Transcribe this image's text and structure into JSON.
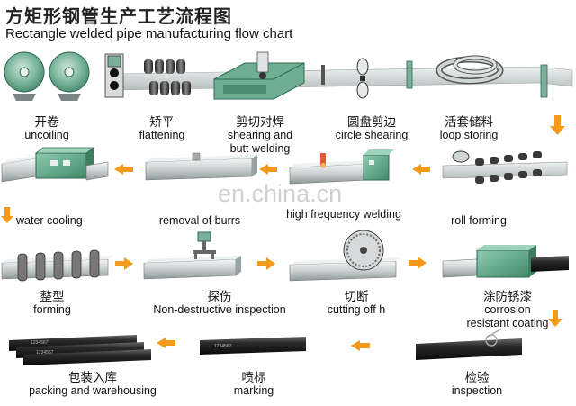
{
  "header": {
    "title_cn": "方矩形钢管生产工艺流程图",
    "title_en": "Rectangle welded pipe manufacturing flow chart"
  },
  "watermark": "en.china.cn",
  "steps": {
    "uncoiling": {
      "cn": "开卷",
      "en": "uncoiling"
    },
    "flattening": {
      "cn": "矫平",
      "en": "flattening"
    },
    "shearing": {
      "cn": "剪切对焊",
      "en1": "shearing and",
      "en2": "butt welding"
    },
    "circle": {
      "cn": "圆盘剪边",
      "en": "circle shearing"
    },
    "loop": {
      "cn": "活套储料",
      "en": "loop storing"
    },
    "water": {
      "en": "water cooling"
    },
    "burrs": {
      "en": "removal of burrs"
    },
    "hf": {
      "en": "high frequency welding"
    },
    "roll": {
      "en": "roll forming"
    },
    "forming": {
      "cn": "整型",
      "en": "forming"
    },
    "ndt": {
      "cn": "探伤",
      "en": "Non-destructive inspection"
    },
    "cut": {
      "cn": "切断",
      "en": "cutting off h"
    },
    "corrosion": {
      "cn": "涂防锈漆",
      "en1": "corrosion",
      "en2": "resistant coating"
    },
    "packing": {
      "cn": "包装入库",
      "en": "packing and warehousing"
    },
    "marking": {
      "cn": "喷标",
      "en": "marking"
    },
    "inspection": {
      "cn": "检验",
      "en": "inspection"
    }
  },
  "pipe_text": {
    "print1": "1234567",
    "print2": "1234567",
    "print3": "1234567"
  },
  "colors": {
    "arrow": "#f39a1b",
    "steel_light": "#dfe3e3",
    "steel_dark": "#7b8585",
    "green": "#5aa384",
    "black_pipe": "#1b1b1b"
  }
}
